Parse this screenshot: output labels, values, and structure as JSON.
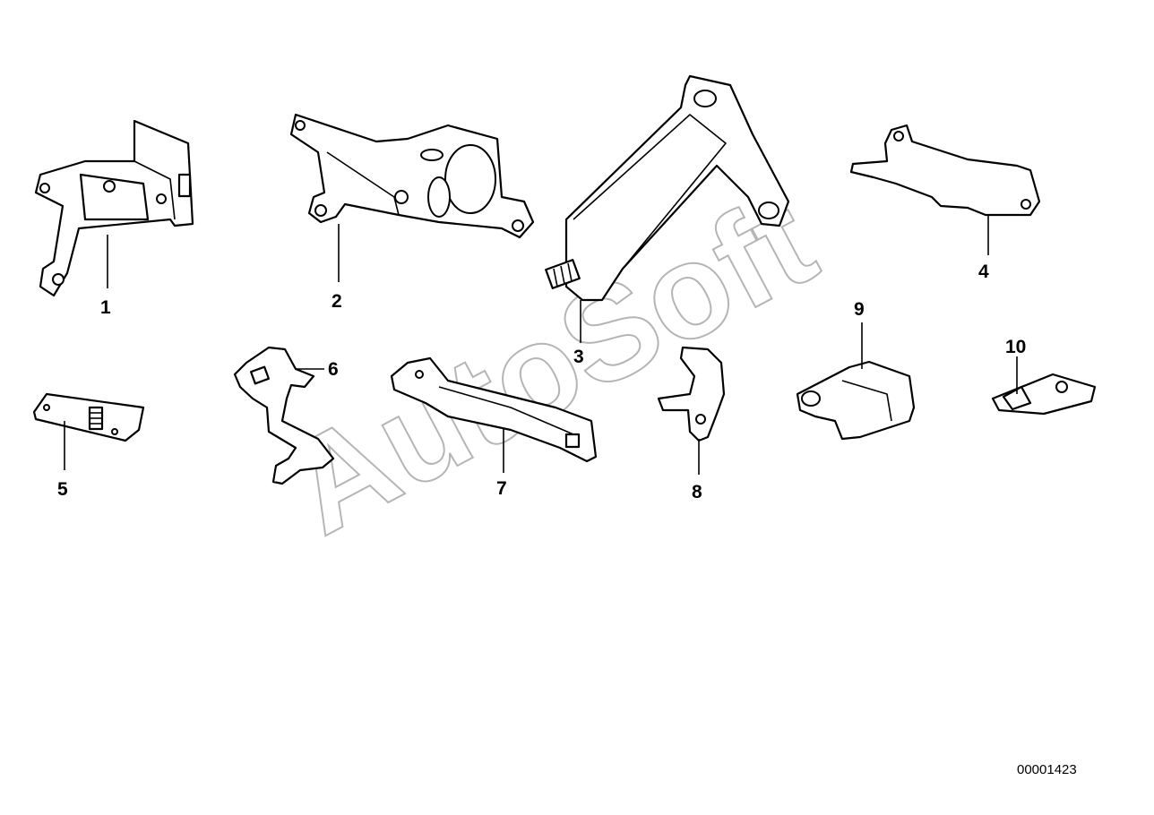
{
  "diagram": {
    "watermark": "AutoSoft",
    "document_number": "00001423",
    "callouts": {
      "c1": "1",
      "c2": "2",
      "c3": "3",
      "c4": "4",
      "c5": "5",
      "c6": "6",
      "c7": "7",
      "c8": "8",
      "c9": "9",
      "c10": "10"
    }
  }
}
